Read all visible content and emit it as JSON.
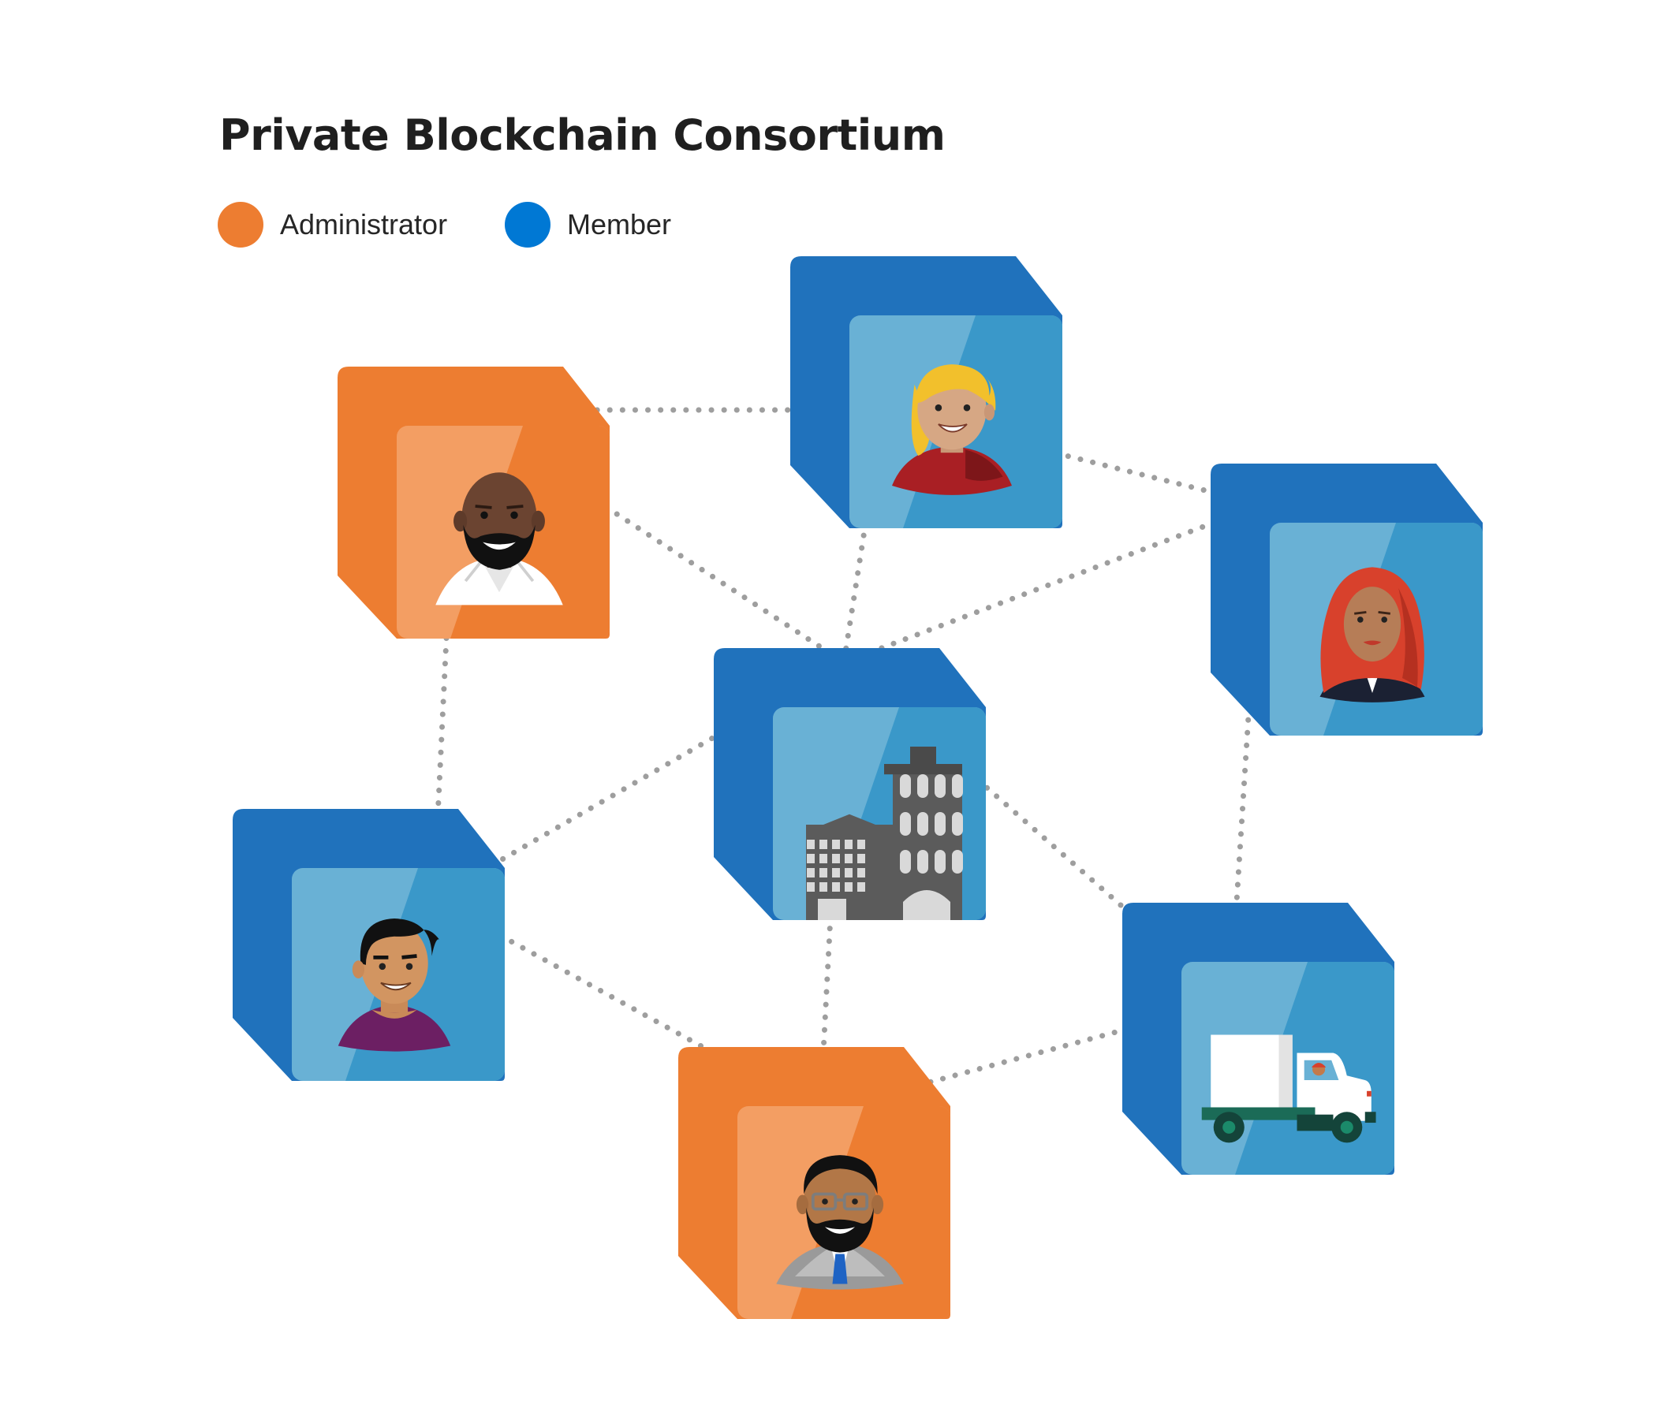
{
  "title": "Private Blockchain Consortium",
  "legend": [
    {
      "label": "Administrator",
      "color": "#ED7D31"
    },
    {
      "label": "Member",
      "color": "#0078D4"
    }
  ],
  "colors": {
    "administrator": {
      "back": "#ED7D31",
      "face": "#F39E63"
    },
    "member": {
      "back": "#2072BC",
      "face": "#69B1D5",
      "face_shine": "#3A98C9"
    },
    "link": "#9E9E9E"
  },
  "nodes": [
    {
      "id": "admin-top-left",
      "role": "administrator",
      "icon": "bald-bearded-man-avatar-icon"
    },
    {
      "id": "member-top",
      "role": "member",
      "icon": "blonde-woman-avatar-icon"
    },
    {
      "id": "member-right-top",
      "role": "member",
      "icon": "woman-in-hijab-avatar-icon"
    },
    {
      "id": "member-center",
      "role": "member",
      "icon": "office-buildings-icon"
    },
    {
      "id": "member-left",
      "role": "member",
      "icon": "young-man-avatar-icon"
    },
    {
      "id": "admin-bottom",
      "role": "administrator",
      "icon": "bearded-man-with-glasses-avatar-icon"
    },
    {
      "id": "member-right-bottom",
      "role": "member",
      "icon": "delivery-truck-icon"
    }
  ],
  "links": [
    [
      "admin-top-left",
      "member-top"
    ],
    [
      "admin-top-left",
      "member-center"
    ],
    [
      "admin-top-left",
      "member-left"
    ],
    [
      "member-top",
      "member-center"
    ],
    [
      "member-top",
      "member-right-top"
    ],
    [
      "member-right-top",
      "member-center"
    ],
    [
      "member-right-top",
      "member-right-bottom"
    ],
    [
      "member-center",
      "member-left"
    ],
    [
      "member-center",
      "admin-bottom"
    ],
    [
      "member-center",
      "member-right-bottom"
    ],
    [
      "member-left",
      "admin-bottom"
    ],
    [
      "admin-bottom",
      "member-right-bottom"
    ]
  ]
}
